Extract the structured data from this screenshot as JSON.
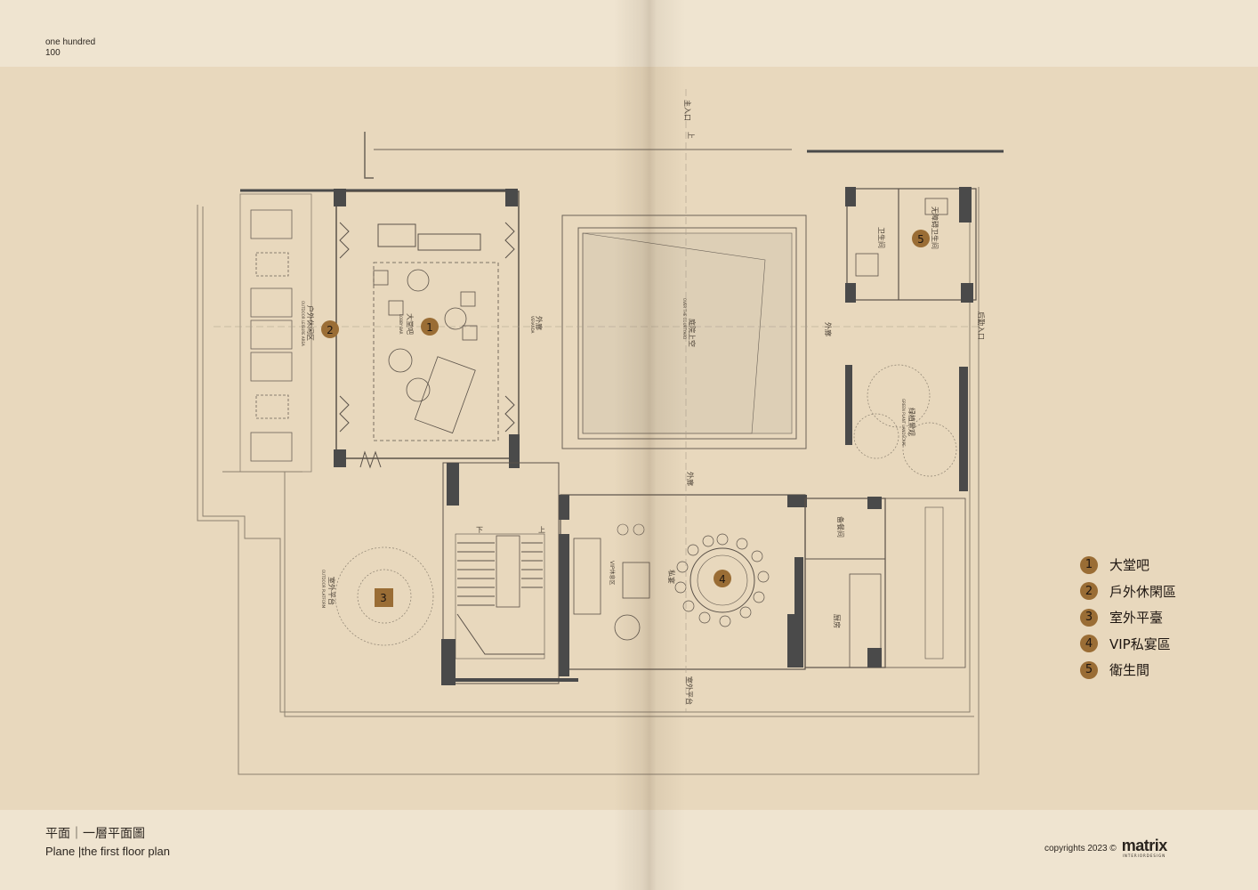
{
  "page": {
    "number_words": "one hundred",
    "number": "100"
  },
  "caption": {
    "zh": "平面｜一層平面圖",
    "en": "Plane |the first floor plan"
  },
  "copyright": {
    "text": "copyrights 2023 ©",
    "brand": "matrix",
    "brand_sub": "INTERIORDESIGN"
  },
  "legend": [
    {
      "num": "1",
      "label": "大堂吧"
    },
    {
      "num": "2",
      "label": "戶外休閑區"
    },
    {
      "num": "3",
      "label": "室外平臺"
    },
    {
      "num": "4",
      "label": "VIP私宴區"
    },
    {
      "num": "5",
      "label": "衛生間"
    }
  ],
  "plan_labels": {
    "main_entry": "主入口",
    "up": "上",
    "up2": "上",
    "down": "下",
    "lobby_bar": "大堂吧",
    "lobby_bar_en": "LOBBY BAR",
    "outdoor_leisure": "户外休闲区",
    "outdoor_leisure_en": "OUTDOOR LEISURE AREA",
    "veranda": "外廊",
    "veranda_en": "VERANDA",
    "veranda2": "外廊",
    "veranda3": "外廊",
    "courtyard": "庭院上空",
    "courtyard_en": "OVER THE COURTYARD",
    "restroom": "卫生间",
    "accessible_restroom": "无障碍卫生间",
    "rear_entry": "后勤入口",
    "green_landscape": "绿植景观",
    "green_landscape_en": "GREEN PLANT LANDSCAPE",
    "outdoor_platform": "室外平台",
    "outdoor_platform_en": "OUTDOOR PLATFORM",
    "outdoor_platform2": "室外平台",
    "vip_lounge": "VIP休息区",
    "private_banquet": "私宴",
    "pantry": "备餐间",
    "kitchen": "厨房"
  },
  "colors": {
    "badge": "#9a6d35",
    "line": "#5b5249",
    "wall": "#4a4a4a",
    "canvas": "#e8d8bd"
  }
}
